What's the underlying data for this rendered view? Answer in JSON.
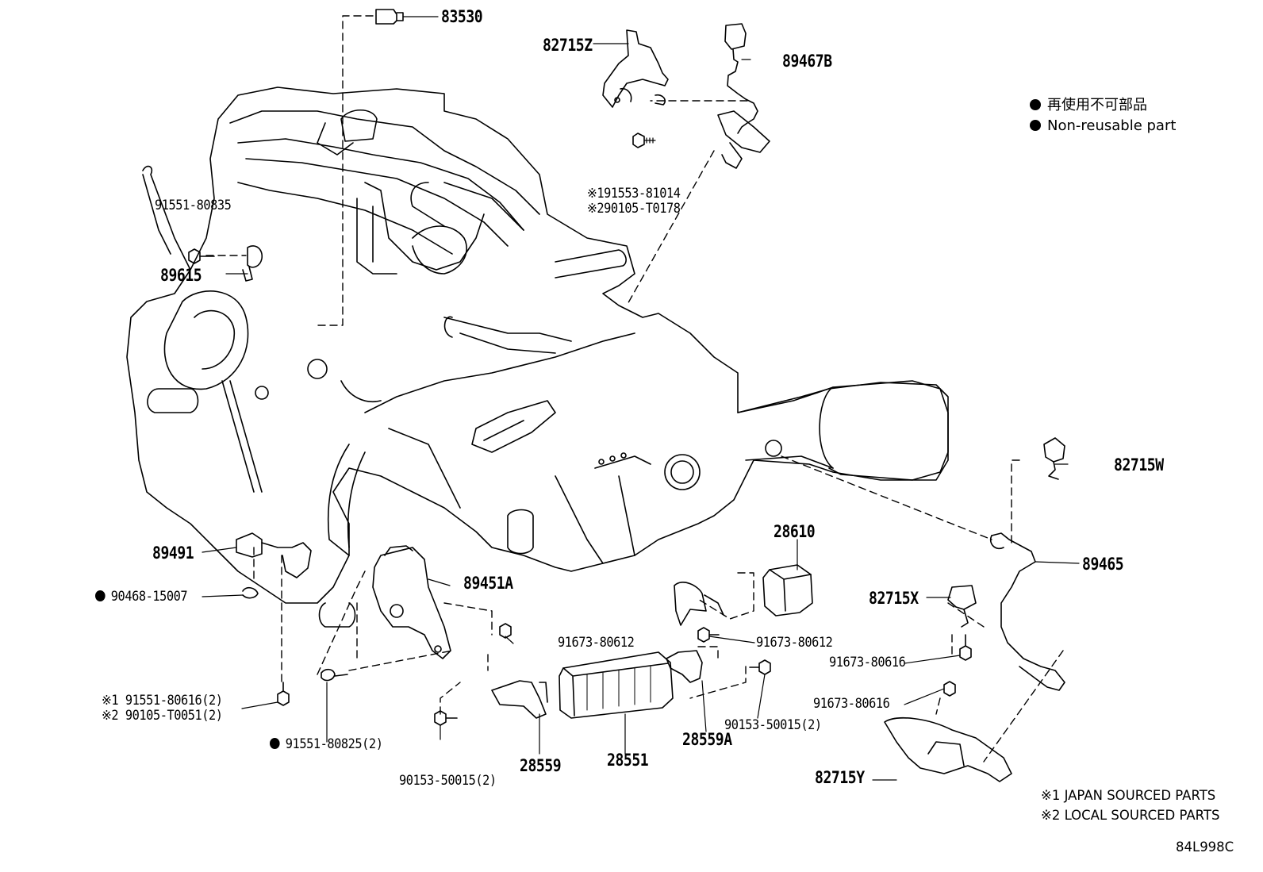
{
  "part_labels": {
    "p83530": "83530",
    "p82715Z": "82715Z",
    "p89467B": "89467B",
    "p91553_jp": "※191553-81014",
    "p90105_t0178": "※290105-T0178",
    "p91551_80835": "91551-80835",
    "p89615": "89615",
    "p82715W": "82715W",
    "p28610": "28610",
    "p89491": "89491",
    "p89451A": "89451A",
    "p89465": "89465",
    "p90468": "90468-15007",
    "p82715X": "82715X",
    "p91673_a": "91673-80612",
    "p91673_b": "91673-80612",
    "p91673_c": "91673-80616",
    "p91673_d": "91673-80616",
    "p91551_80616": "※1 91551-80616(2)",
    "p90105_t0051": "※2 90105-T0051(2)",
    "p90153_a": "90153-50015(2)",
    "p90153_b": "90153-50015(2)",
    "p91551_80825": "91551-80825(2)",
    "p28559": "28559",
    "p28551": "28551",
    "p28559A": "28559A",
    "p82715Y": "82715Y"
  },
  "legend": {
    "jp": "再使用不可部品",
    "en": "Non-reusable part"
  },
  "notes": {
    "n1": "※1 JAPAN SOURCED PARTS",
    "n2": "※2 LOCAL SOURCED PARTS"
  },
  "figure_code": "84L998C"
}
